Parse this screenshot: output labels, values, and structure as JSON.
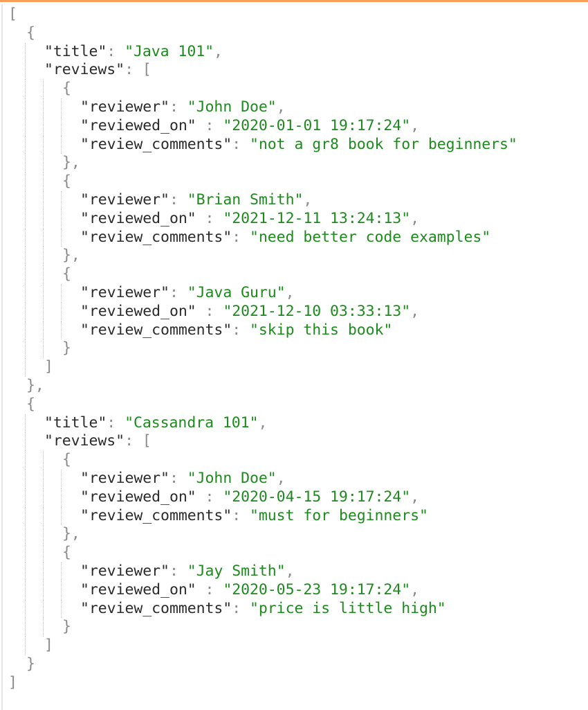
{
  "theme": {
    "accent": "#f5a05a",
    "key_color": "#2b2b2b",
    "string_color": "#1d8a1d",
    "punctuation_color": "#8a8a8a"
  },
  "lines": [
    {
      "indent": 0,
      "segs": [
        {
          "t": "[",
          "c": "punc"
        }
      ]
    },
    {
      "indent": 1,
      "segs": [
        {
          "t": "{",
          "c": "punc"
        }
      ]
    },
    {
      "indent": 2,
      "segs": [
        {
          "t": "\"title\"",
          "c": "key"
        },
        {
          "t": ": ",
          "c": "punc"
        },
        {
          "t": "\"Java 101\"",
          "c": "str"
        },
        {
          "t": ",",
          "c": "punc"
        }
      ]
    },
    {
      "indent": 2,
      "segs": [
        {
          "t": "\"reviews\"",
          "c": "key"
        },
        {
          "t": ": [",
          "c": "punc"
        }
      ]
    },
    {
      "indent": 3,
      "segs": [
        {
          "t": "{",
          "c": "punc"
        }
      ]
    },
    {
      "indent": 4,
      "segs": [
        {
          "t": "\"reviewer\"",
          "c": "key"
        },
        {
          "t": ": ",
          "c": "punc"
        },
        {
          "t": "\"John Doe\"",
          "c": "str"
        },
        {
          "t": ",",
          "c": "punc"
        }
      ]
    },
    {
      "indent": 4,
      "segs": [
        {
          "t": "\"reviewed_on\"",
          "c": "key"
        },
        {
          "t": " : ",
          "c": "punc"
        },
        {
          "t": "\"2020-01-01 19:17:24\"",
          "c": "str"
        },
        {
          "t": ",",
          "c": "punc"
        }
      ]
    },
    {
      "indent": 4,
      "segs": [
        {
          "t": "\"review_comments\"",
          "c": "key"
        },
        {
          "t": ": ",
          "c": "punc"
        },
        {
          "t": "\"not a gr8 book for beginners\"",
          "c": "str"
        }
      ]
    },
    {
      "indent": 3,
      "segs": [
        {
          "t": "},",
          "c": "punc"
        }
      ]
    },
    {
      "indent": 3,
      "segs": [
        {
          "t": "{",
          "c": "punc"
        }
      ]
    },
    {
      "indent": 4,
      "segs": [
        {
          "t": "\"reviewer\"",
          "c": "key"
        },
        {
          "t": ": ",
          "c": "punc"
        },
        {
          "t": "\"Brian Smith\"",
          "c": "str"
        },
        {
          "t": ",",
          "c": "punc"
        }
      ]
    },
    {
      "indent": 4,
      "segs": [
        {
          "t": "\"reviewed_on\"",
          "c": "key"
        },
        {
          "t": " : ",
          "c": "punc"
        },
        {
          "t": "\"2021-12-11 13:24:13\"",
          "c": "str"
        },
        {
          "t": ",",
          "c": "punc"
        }
      ]
    },
    {
      "indent": 4,
      "segs": [
        {
          "t": "\"review_comments\"",
          "c": "key"
        },
        {
          "t": ": ",
          "c": "punc"
        },
        {
          "t": "\"need better code examples\"",
          "c": "str"
        }
      ]
    },
    {
      "indent": 3,
      "segs": [
        {
          "t": "},",
          "c": "punc"
        }
      ]
    },
    {
      "indent": 3,
      "segs": [
        {
          "t": "{",
          "c": "punc"
        }
      ]
    },
    {
      "indent": 4,
      "segs": [
        {
          "t": "\"reviewer\"",
          "c": "key"
        },
        {
          "t": ": ",
          "c": "punc"
        },
        {
          "t": "\"Java Guru\"",
          "c": "str"
        },
        {
          "t": ",",
          "c": "punc"
        }
      ]
    },
    {
      "indent": 4,
      "segs": [
        {
          "t": "\"reviewed_on\"",
          "c": "key"
        },
        {
          "t": " : ",
          "c": "punc"
        },
        {
          "t": "\"2021-12-10 03:33:13\"",
          "c": "str"
        },
        {
          "t": ",",
          "c": "punc"
        }
      ]
    },
    {
      "indent": 4,
      "segs": [
        {
          "t": "\"review_comments\"",
          "c": "key"
        },
        {
          "t": ": ",
          "c": "punc"
        },
        {
          "t": "\"skip this book\"",
          "c": "str"
        }
      ]
    },
    {
      "indent": 3,
      "segs": [
        {
          "t": "}",
          "c": "punc"
        }
      ]
    },
    {
      "indent": 2,
      "segs": [
        {
          "t": "]",
          "c": "punc"
        }
      ]
    },
    {
      "indent": 1,
      "segs": [
        {
          "t": "},",
          "c": "punc"
        }
      ]
    },
    {
      "indent": 1,
      "segs": [
        {
          "t": "{",
          "c": "punc"
        }
      ]
    },
    {
      "indent": 2,
      "segs": [
        {
          "t": "\"title\"",
          "c": "key"
        },
        {
          "t": ": ",
          "c": "punc"
        },
        {
          "t": "\"Cassandra 101\"",
          "c": "str"
        },
        {
          "t": ",",
          "c": "punc"
        }
      ]
    },
    {
      "indent": 2,
      "segs": [
        {
          "t": "\"reviews\"",
          "c": "key"
        },
        {
          "t": ": [",
          "c": "punc"
        }
      ]
    },
    {
      "indent": 3,
      "segs": [
        {
          "t": "{",
          "c": "punc"
        }
      ]
    },
    {
      "indent": 4,
      "segs": [
        {
          "t": "\"reviewer\"",
          "c": "key"
        },
        {
          "t": ": ",
          "c": "punc"
        },
        {
          "t": "\"John Doe\"",
          "c": "str"
        },
        {
          "t": ",",
          "c": "punc"
        }
      ]
    },
    {
      "indent": 4,
      "segs": [
        {
          "t": "\"reviewed_on\"",
          "c": "key"
        },
        {
          "t": " : ",
          "c": "punc"
        },
        {
          "t": "\"2020-04-15 19:17:24\"",
          "c": "str"
        },
        {
          "t": ",",
          "c": "punc"
        }
      ]
    },
    {
      "indent": 4,
      "segs": [
        {
          "t": "\"review_comments\"",
          "c": "key"
        },
        {
          "t": ": ",
          "c": "punc"
        },
        {
          "t": "\"must for beginners\"",
          "c": "str"
        }
      ]
    },
    {
      "indent": 3,
      "segs": [
        {
          "t": "},",
          "c": "punc"
        }
      ]
    },
    {
      "indent": 3,
      "segs": [
        {
          "t": "{",
          "c": "punc"
        }
      ]
    },
    {
      "indent": 4,
      "segs": [
        {
          "t": "\"reviewer\"",
          "c": "key"
        },
        {
          "t": ": ",
          "c": "punc"
        },
        {
          "t": "\"Jay Smith\"",
          "c": "str"
        },
        {
          "t": ",",
          "c": "punc"
        }
      ]
    },
    {
      "indent": 4,
      "segs": [
        {
          "t": "\"reviewed_on\"",
          "c": "key"
        },
        {
          "t": " : ",
          "c": "punc"
        },
        {
          "t": "\"2020-05-23 19:17:24\"",
          "c": "str"
        },
        {
          "t": ",",
          "c": "punc"
        }
      ]
    },
    {
      "indent": 4,
      "segs": [
        {
          "t": "\"review_comments\"",
          "c": "key"
        },
        {
          "t": ": ",
          "c": "punc"
        },
        {
          "t": "\"price is little high\"",
          "c": "str"
        }
      ]
    },
    {
      "indent": 3,
      "segs": [
        {
          "t": "}",
          "c": "punc"
        }
      ]
    },
    {
      "indent": 2,
      "segs": [
        {
          "t": "]",
          "c": "punc"
        }
      ]
    },
    {
      "indent": 1,
      "segs": [
        {
          "t": "}",
          "c": "punc"
        }
      ]
    },
    {
      "indent": 0,
      "segs": [
        {
          "t": "]",
          "c": "punc"
        }
      ]
    }
  ]
}
